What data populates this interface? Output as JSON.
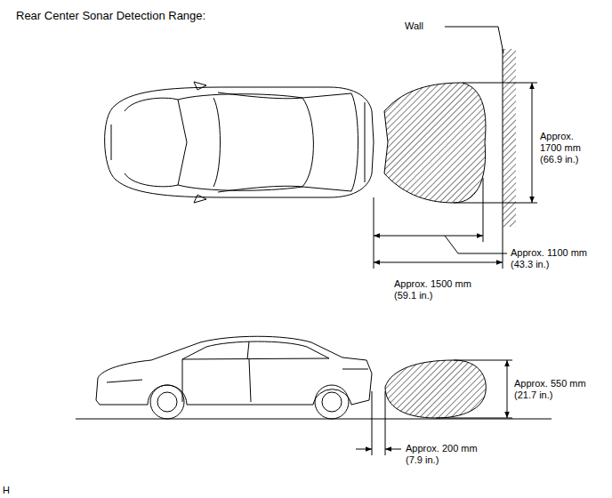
{
  "diagram": {
    "title": "Rear Center Sonar Detection Range:",
    "labels": [
      "Wall",
      "Approx. 1700 mm (66.9 in.)",
      "Approx. 1100 mm (43.3 in.)",
      "Approx. 1500 mm (59.1 in.)",
      "Approx. 550 mm (21.7 in.)",
      "Approx. 200 mm (7.9 in.)",
      "H"
    ]
  }
}
